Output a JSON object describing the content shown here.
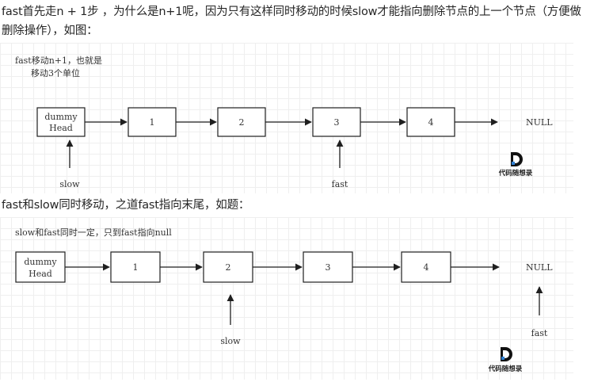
{
  "paragraphs": {
    "intro": "fast首先走n + 1步 ，为什么是n+1呢，因为只有这样同时移动的时候slow才能指向删除节点的上一个节点（方便做删除操作），如图：",
    "second": "fast和slow同时移动，之道fast指向末尾，如题："
  },
  "figure1": {
    "note_line1": "fast移动n+1，也就是",
    "note_line2": "移动3个单位",
    "dummy_line1": "dummy",
    "dummy_line2": "Head",
    "nodes": [
      "1",
      "2",
      "3",
      "4"
    ],
    "null_label": "NULL",
    "slow_label": "slow",
    "fast_label": "fast",
    "logo_text": "代码随想录"
  },
  "figure2": {
    "note": "slow和fast同时一定，只到fast指向null",
    "dummy_line1": "dummy",
    "dummy_line2": "Head",
    "nodes": [
      "1",
      "2",
      "3",
      "4"
    ],
    "null_label": "NULL",
    "slow_label": "slow",
    "fast_label": "fast",
    "logo_text": "代码随想录"
  }
}
